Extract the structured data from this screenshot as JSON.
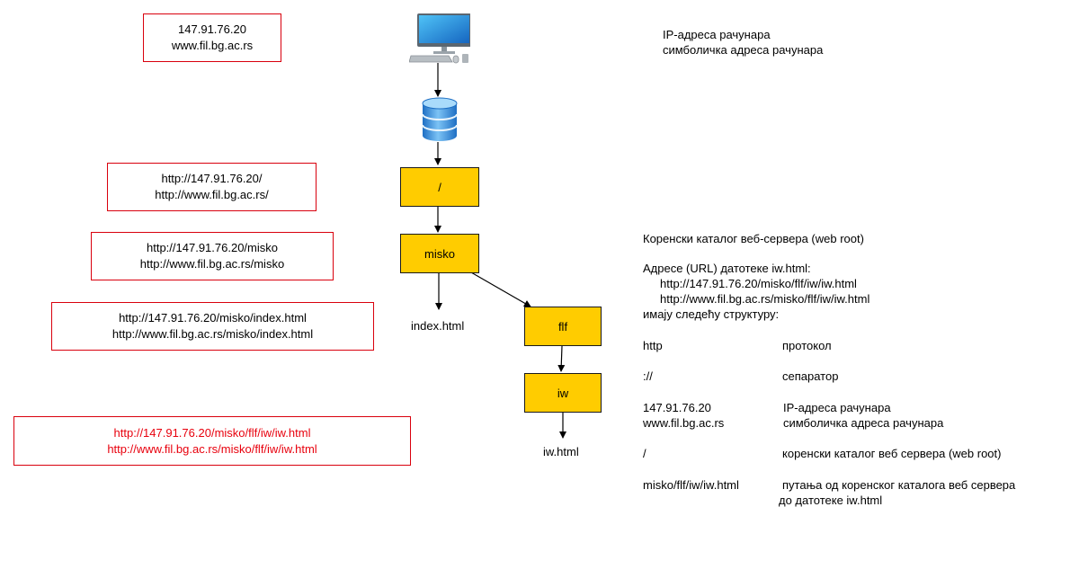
{
  "left_boxes": {
    "box1": [
      "147.91.76.20",
      "www.fil.bg.ac.rs"
    ],
    "box2": [
      "http://147.91.76.20/",
      "http://www.fil.bg.ac.rs/"
    ],
    "box3": [
      "http://147.91.76.20/misko",
      "http://www.fil.bg.ac.rs/misko"
    ],
    "box4": [
      "http://147.91.76.20/misko/index.html",
      "http://www.fil.bg.ac.rs/misko/index.html"
    ],
    "box5": [
      "http://147.91.76.20/misko/flf/iw/iw.html",
      "http://www.fil.bg.ac.rs/misko/flf/iw/iw.html"
    ]
  },
  "tree": {
    "root": "/",
    "misko": "misko",
    "index": "index.html",
    "flf": "flf",
    "iw": "iw",
    "iw_html": "iw.html"
  },
  "top_right": [
    "IP-адреса рачунара",
    "симболичка адреса рачунара"
  ],
  "right": {
    "web_root": "Коренски каталог веб-сервера (web root)",
    "url_intro": "Адресе (URL) датотеке iw.html:",
    "url1": "http://147.91.76.20/misko/flf/iw/iw.html",
    "url2": "http://www.fil.bg.ac.rs/misko/flf/iw/iw.html",
    "structure": "имају следећу структуру:",
    "rows": [
      {
        "term": "http",
        "desc": "протокол"
      },
      {
        "term": "://",
        "desc": "сепаратор"
      },
      {
        "term": "147.91.76.20",
        "desc": "IP-адреса рачунара"
      },
      {
        "term": "www.fil.bg.ac.rs",
        "desc": "симболичка адреса рачунара"
      },
      {
        "term": "/",
        "desc": "коренски каталог веб сервера (web root)"
      },
      {
        "term": "misko/flf/iw/iw.html",
        "desc": "путања од коренског каталога веб сервера"
      },
      {
        "term": "",
        "desc": "до датотеке iw.html"
      }
    ]
  },
  "colors": {
    "node_fill": "#ffcc00",
    "box_border": "#d9000d",
    "highlight_text": "#e8000d"
  },
  "icons": [
    "computer-icon",
    "database-icon"
  ]
}
